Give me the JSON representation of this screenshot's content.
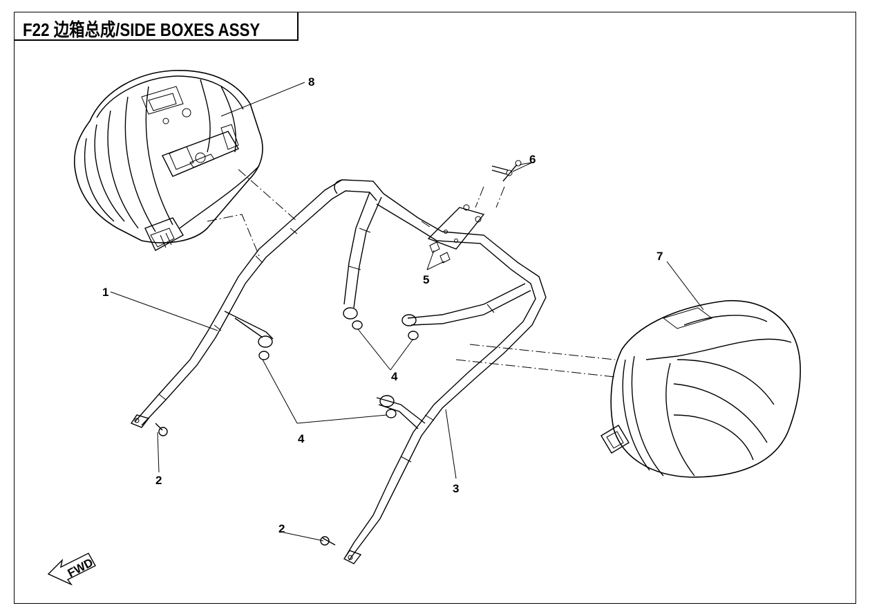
{
  "title": "F22 边箱总成/SIDE BOXES ASSY",
  "callouts": {
    "c1": "1",
    "c2a": "2",
    "c2b": "2",
    "c3": "3",
    "c4a": "4",
    "c4b": "4",
    "c5": "5",
    "c6": "6",
    "c7": "7",
    "c8": "8"
  },
  "fwd_label": "FWD"
}
